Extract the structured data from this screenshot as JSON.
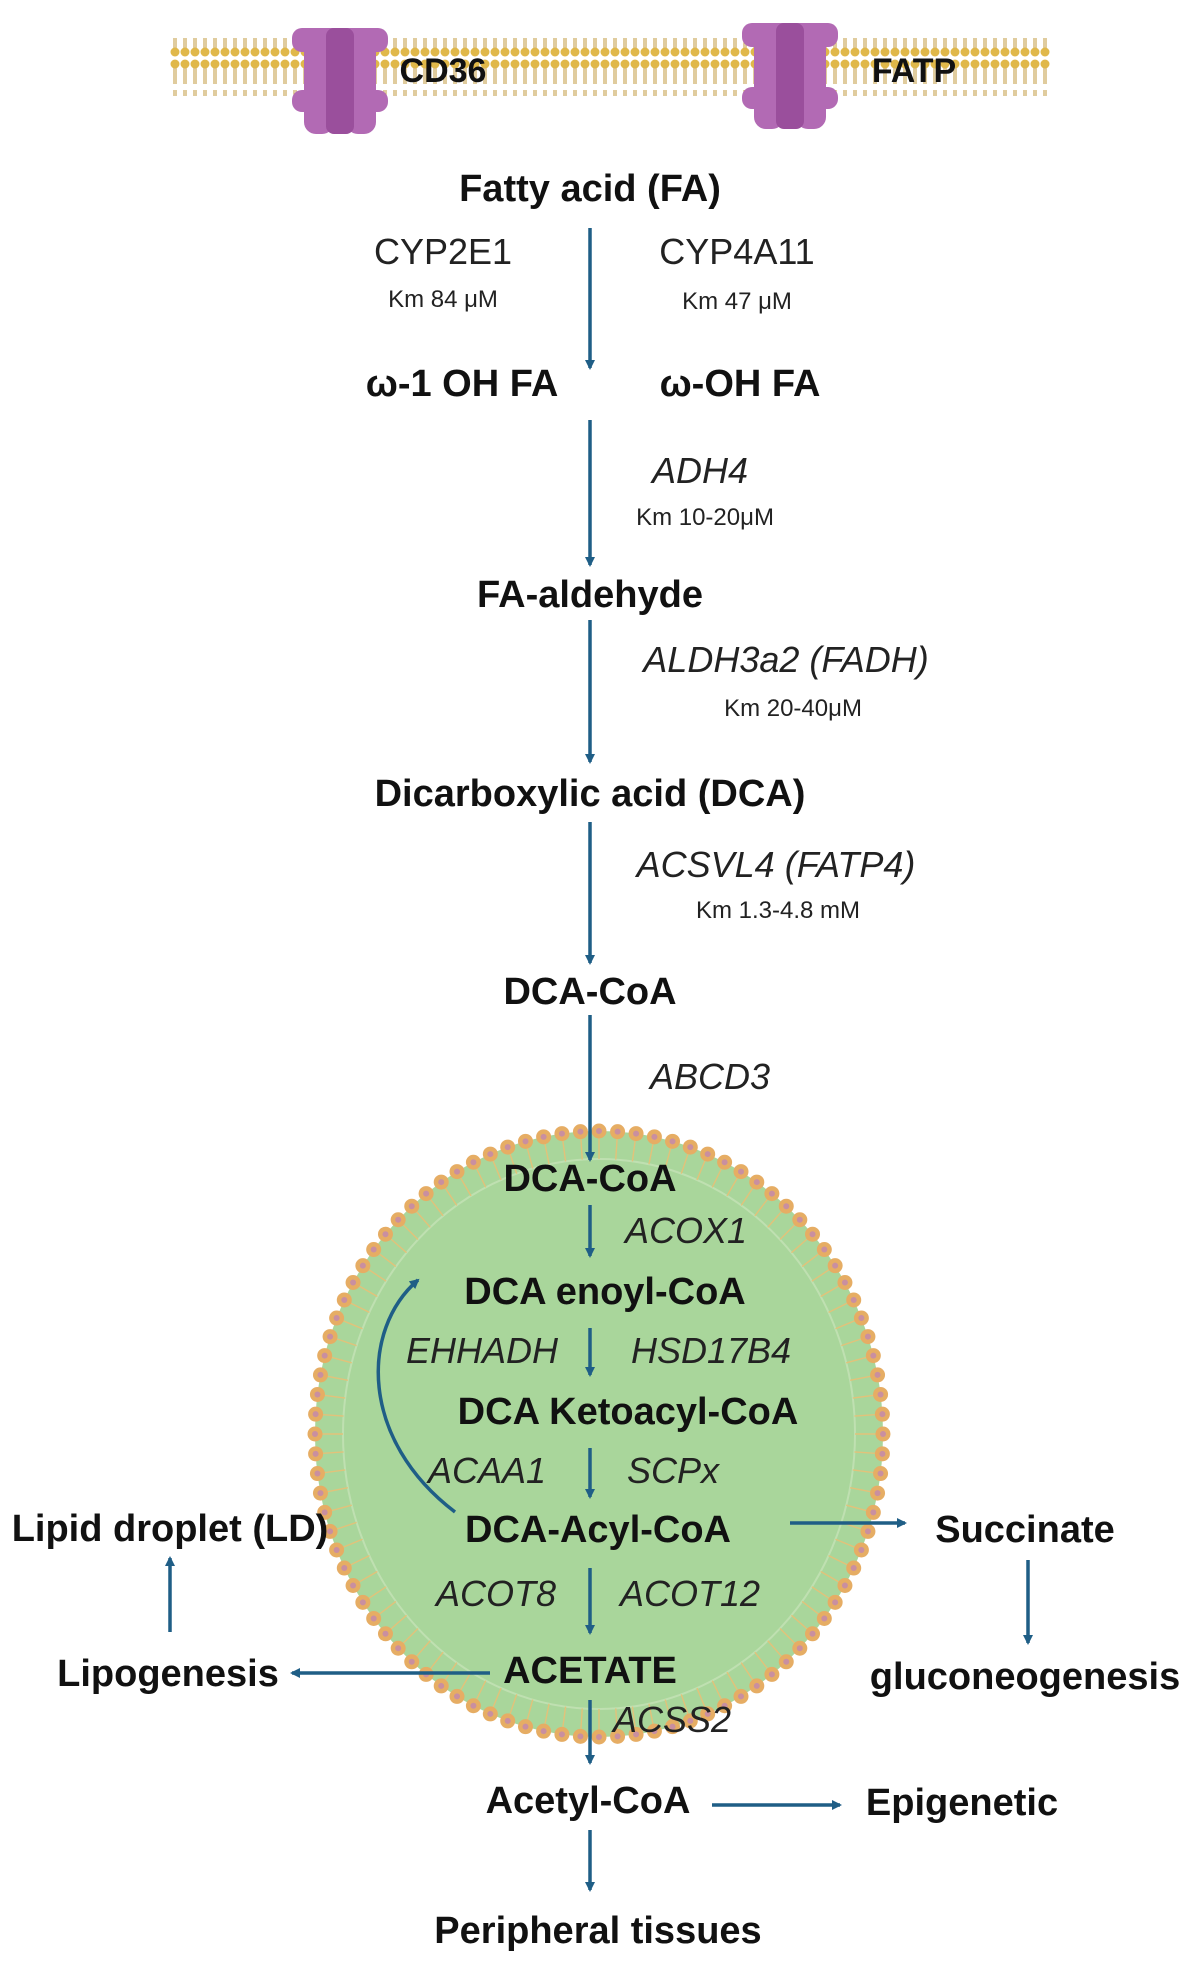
{
  "membrane": {
    "transporter_1": "CD36",
    "transporter_2": "FATP"
  },
  "colors": {
    "arrow": "#1f5e86",
    "membrane_head": "#e0b84a",
    "membrane_tail": "#cfb06a",
    "transporter": "#b26ab4",
    "peroxisome_fill": "#a9d69b",
    "peroxisome_head": "#e6ad64",
    "peroxisome_tri": "#c98fa0"
  },
  "nodes": {
    "fa": "Fatty acid (FA)",
    "w1_oh_fa": "ω-1 OH FA",
    "w_oh_fa": "ω-OH FA",
    "fa_aldehyde": "FA-aldehyde",
    "dca": "Dicarboxylic acid (DCA)",
    "dca_coa_1": "DCA-CoA",
    "dca_coa_2": "DCA-CoA",
    "dca_enoyl": "DCA enoyl-CoA",
    "dca_ketoacyl": "DCA Ketoacyl-CoA",
    "dca_acyl": "DCA-Acyl-CoA",
    "acetate": "ACETATE",
    "acetyl_coa": "Acetyl-CoA",
    "peripheral": "Peripheral tissues",
    "succinate": "Succinate",
    "gluconeogenesis": "gluconeogenesis",
    "lipid_droplet": "Lipid droplet (LD)",
    "lipogenesis": "Lipogenesis",
    "epigenetic": "Epigenetic"
  },
  "enzymes": {
    "cyp2e1": "CYP2E1",
    "cyp2e1_km": "Km 84 μM",
    "cyp4a11": "CYP4A11",
    "cyp4a11_km": "Km 47 μM",
    "adh4": "ADH4",
    "adh4_km": "Km 10-20μM",
    "aldh3a2": "ALDH3a2 (FADH)",
    "aldh3a2_km": "Km 20-40μM",
    "acsvl4": "ACSVL4 (FATP4)",
    "acsvl4_km": "Km 1.3-4.8 mM",
    "abcd3": "ABCD3",
    "acox1": "ACOX1",
    "ehhadh": "EHHADH",
    "hsd17b4": "HSD17B4",
    "acaa1": "ACAA1",
    "scpx": "SCPx",
    "acot8": "ACOT8",
    "acot12": "ACOT12",
    "acss2": "ACSS2"
  }
}
